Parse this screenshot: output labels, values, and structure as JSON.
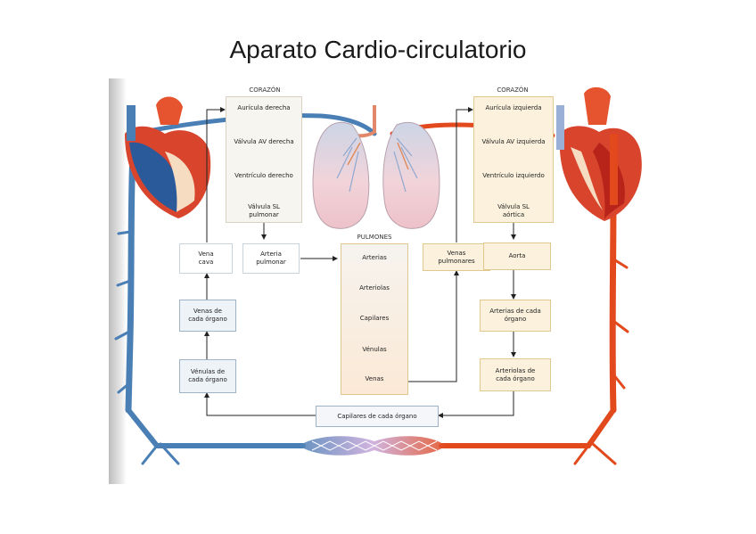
{
  "title": "Aparato Cardio-circulatorio",
  "right_heart": {
    "header": "CORAZÓN",
    "steps": [
      "Aurícula derecha",
      "Válvula AV derecha",
      "Ventrículo derecho",
      "Válvula SL pulmonar"
    ]
  },
  "left_heart": {
    "header": "CORAZÓN",
    "steps": [
      "Aurícula izquierda",
      "Válvula AV izquierda",
      "Ventrículo izquierdo",
      "Válvula SL aórtica"
    ]
  },
  "lungs": {
    "header": "PULMONES",
    "steps": [
      "Arterias",
      "Arteriolas",
      "Capilares",
      "Vénulas",
      "Venas"
    ]
  },
  "boxes": {
    "vena_cava": "Vena cava",
    "arteria_pulmonar": "Arteria pulmonar",
    "venas_pulmonares": "Venas pulmonares",
    "aorta": "Aorta",
    "venas_organo": "Venas de cada órgano",
    "arterias_organo": "Arterias de cada órgano",
    "venulas_organo": "Vénulas de cada órgano",
    "arteriolas_organo": "Arteriolas de cada órgano",
    "capilares_organo": "Capilares de cada órgano"
  },
  "colors": {
    "venous": "#4a7fb5",
    "arterial": "#e24a1e",
    "cream_box": "#fbf1dc",
    "blue_box": "#eef3f8"
  }
}
